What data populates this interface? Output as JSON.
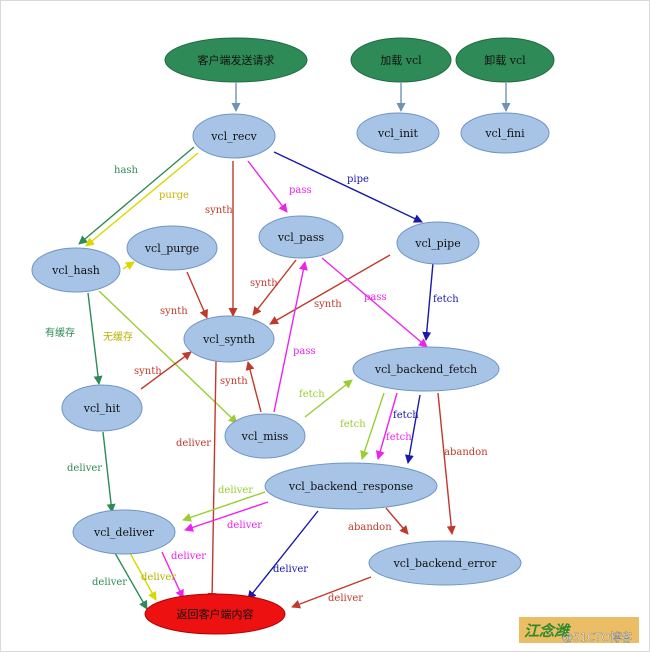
{
  "colors": {
    "green_node": "#2e8b57",
    "green_node_stroke": "#1f6b40",
    "blue_node": "#a7c4e6",
    "blue_node_stroke": "#6f95c5",
    "red_node": "#ee1111",
    "red_node_stroke": "#b30000",
    "gray_arrow": "#6f93b5",
    "dark_green": "#2e8b57",
    "yellow": "#d8d800",
    "yellow_green": "#9acd32",
    "red_dark": "#c0392b",
    "magenta": "#ee22ee",
    "dark_blue": "#1a1aa8"
  },
  "nodes": {
    "client_send": "客户端发送请求",
    "load_vcl": "加载 vcl",
    "unload_vcl": "卸载 vcl",
    "vcl_init": "vcl_init",
    "vcl_fini": "vcl_fini",
    "vcl_recv": "vcl_recv",
    "vcl_hash": "vcl_hash",
    "vcl_purge": "vcl_purge",
    "vcl_pass": "vcl_pass",
    "vcl_pipe": "vcl_pipe",
    "vcl_synth": "vcl_synth",
    "vcl_backend_fetch": "vcl_backend_fetch",
    "vcl_hit": "vcl_hit",
    "vcl_miss": "vcl_miss",
    "vcl_backend_response": "vcl_backend_response",
    "vcl_deliver": "vcl_deliver",
    "vcl_backend_error": "vcl_backend_error",
    "return_content": "返回客户端内容"
  },
  "edge_labels": {
    "hash": "hash",
    "purge": "purge",
    "synth_recv": "synth",
    "pass_recv": "pass",
    "pipe": "pipe",
    "synth_pass": "synth",
    "synth_pipe": "synth",
    "synth_purge": "synth",
    "pass_pass_fetch": "pass",
    "fetch_pipe": "fetch",
    "cached": "有缓存",
    "not_cached": "无缓存",
    "synth_hit": "synth",
    "synth_miss": "synth",
    "pass_miss": "pass",
    "fetch_miss": "fetch",
    "deliver_synth": "deliver",
    "deliver_hit": "deliver",
    "fetch_beresp_yellow": "fetch",
    "fetch_beresp_blue": "fetch",
    "fetch_beresp_magenta": "fetch",
    "abandon_fetch": "abandon",
    "deliver_beresp_yellow": "deliver",
    "deliver_beresp_magenta": "deliver",
    "abandon_beresp": "abandon",
    "deliver_deliver_magenta": "deliver",
    "deliver_deliver_yellow": "deliver",
    "deliver_deliver_green": "deliver",
    "deliver_beresp_blue": "deliver",
    "deliver_error": "deliver"
  },
  "watermark": {
    "logo_text": "江念潍",
    "site_text": "@51CTO博客"
  }
}
